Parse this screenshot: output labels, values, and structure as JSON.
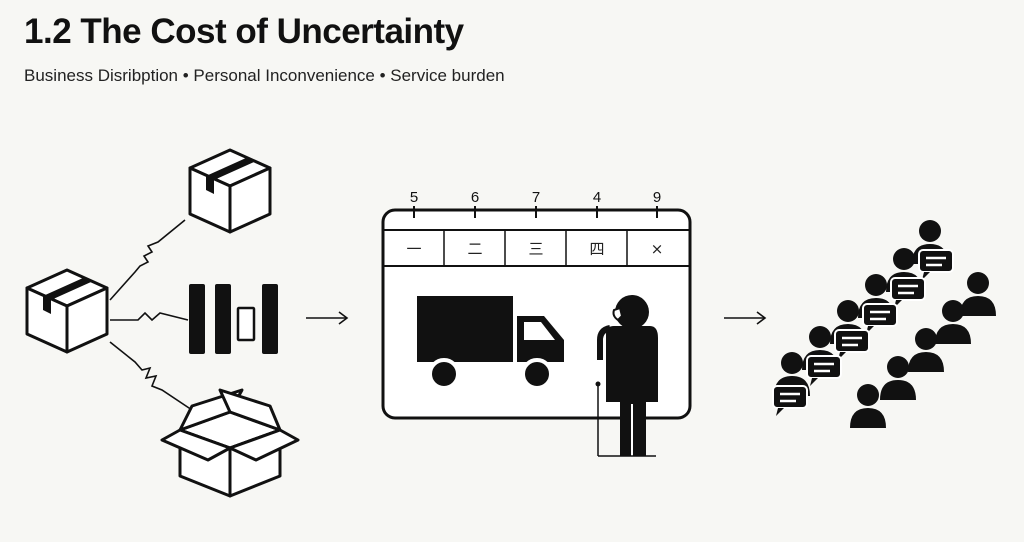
{
  "title": "1.2 The Cost of Uncertainty",
  "subtitle": "Business Disribption • Personal Inconvenience • Service burden",
  "calendar": {
    "numbers": [
      "5",
      "6",
      "7",
      "4",
      "9"
    ],
    "headers": [
      "一",
      "二",
      "三",
      "四",
      "×"
    ]
  },
  "icons": {
    "packages": [
      "sealed-box-icon",
      "sealed-box-icon",
      "open-box-icon"
    ],
    "barcode": "barcode-icon",
    "truck": "delivery-truck-icon",
    "person": "person-on-phone-icon",
    "crowd": "crowd-chat-icon"
  },
  "colors": {
    "ink": "#111111",
    "background": "#f7f7f4"
  }
}
